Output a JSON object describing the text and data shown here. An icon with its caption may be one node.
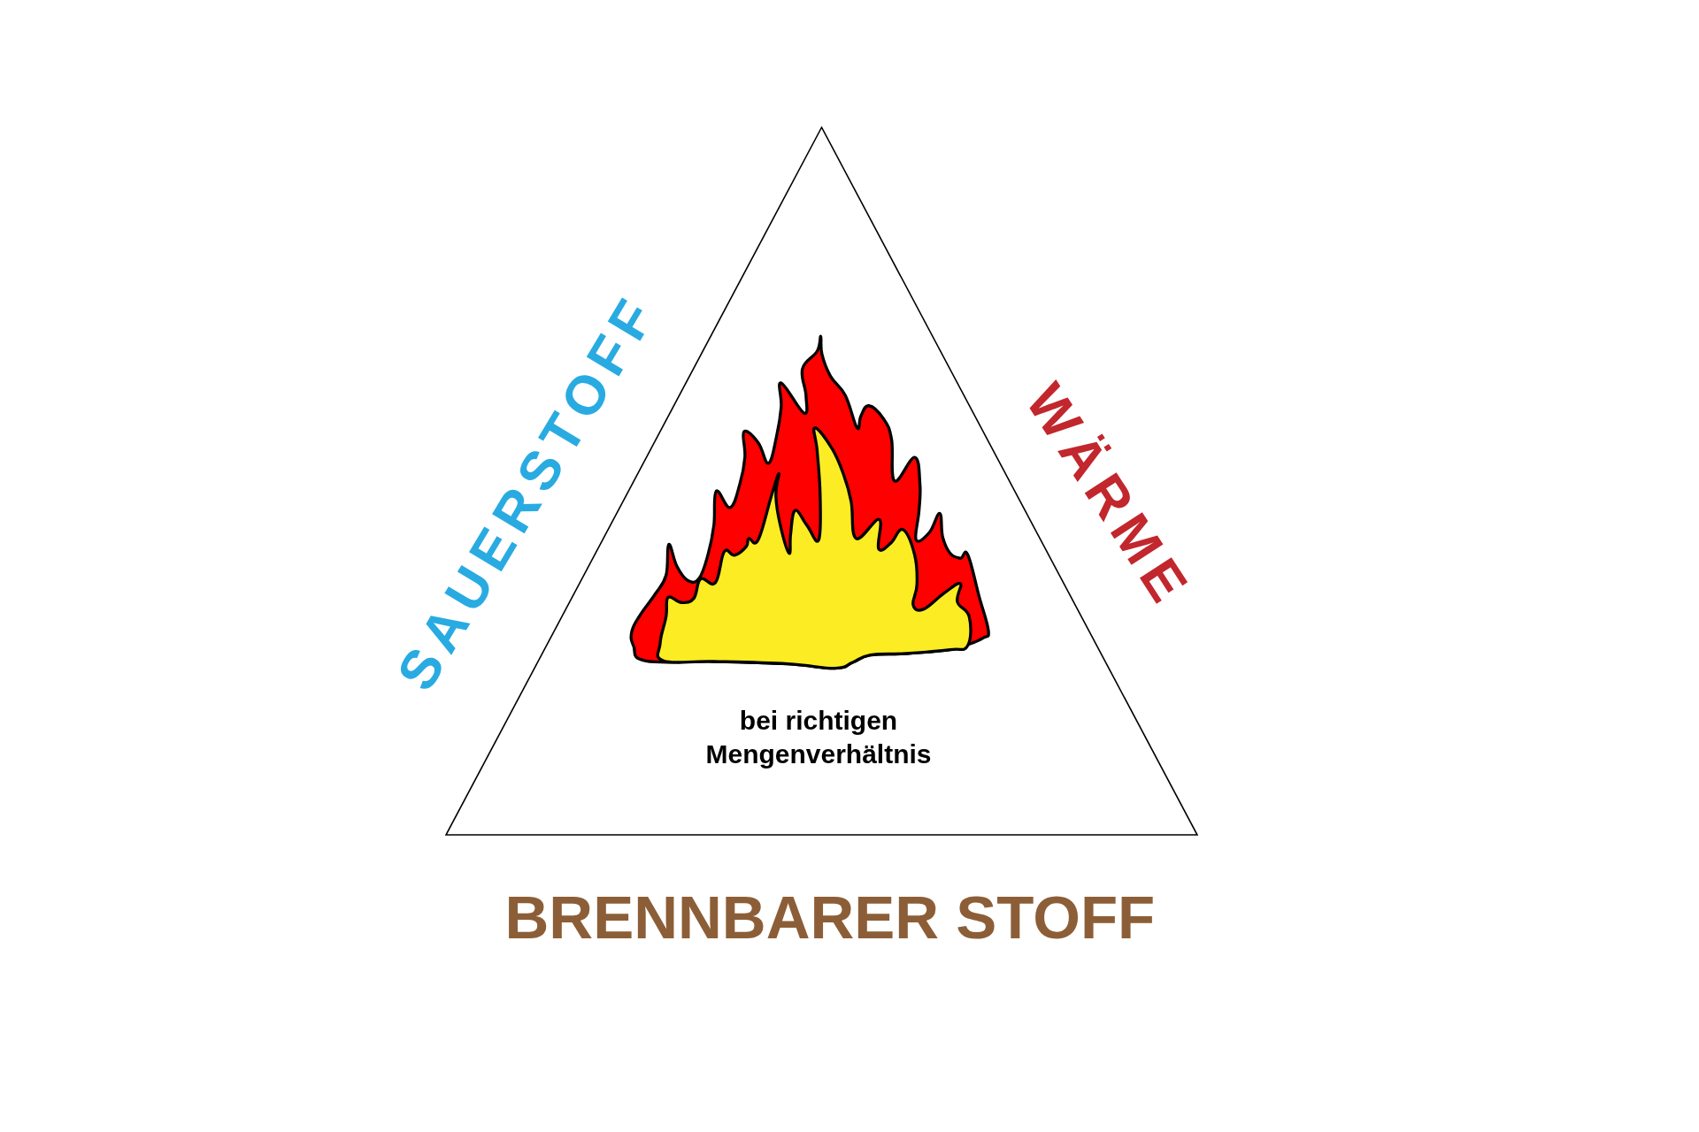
{
  "diagram": {
    "nodes": [
      {
        "text": [
          "bei richtigen Mengenverhältnis"
        ]
      }
    ],
    "labels": [
      "SAUERSTOFF",
      "WÄRME",
      "BRENNBARER STOFF"
    ]
  }
}
